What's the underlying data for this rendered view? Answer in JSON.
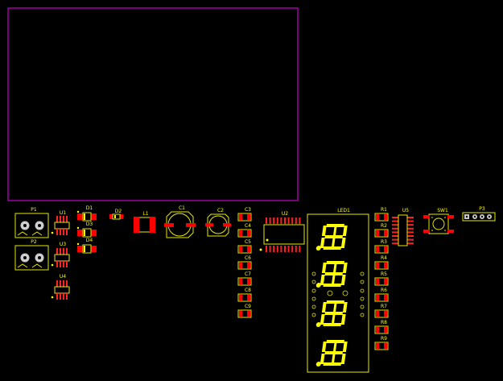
{
  "colors": {
    "background": "#000000",
    "board_outline": "#a000a0",
    "silkscreen": "#ffff00",
    "copper_pad": "#ff0000",
    "drill_hole": "#c8c8c8"
  },
  "components": {
    "P1": "P1",
    "P2": "P2",
    "P3": "P3",
    "U1": "U1",
    "U2": "U2",
    "U3": "U3",
    "U4": "U4",
    "U5": "U5",
    "D1": "D1",
    "D2": "D2",
    "D3": "D3",
    "D4": "D4",
    "L1": "L1",
    "C1": "C1",
    "C2": "C2",
    "C3": "C3",
    "C4": "C4",
    "C5": "C5",
    "C6": "C6",
    "C7": "C7",
    "C8": "C8",
    "C9": "C9",
    "LED1": "LED1",
    "R1": "R1",
    "R2": "R2",
    "R3": "R3",
    "R4": "R4",
    "R5": "R5",
    "R6": "R6",
    "R7": "R7",
    "R8": "R8",
    "R9": "R9",
    "SW1": "SW1"
  },
  "led_display": {
    "digits": [
      "8",
      "8",
      "8",
      "8"
    ]
  }
}
